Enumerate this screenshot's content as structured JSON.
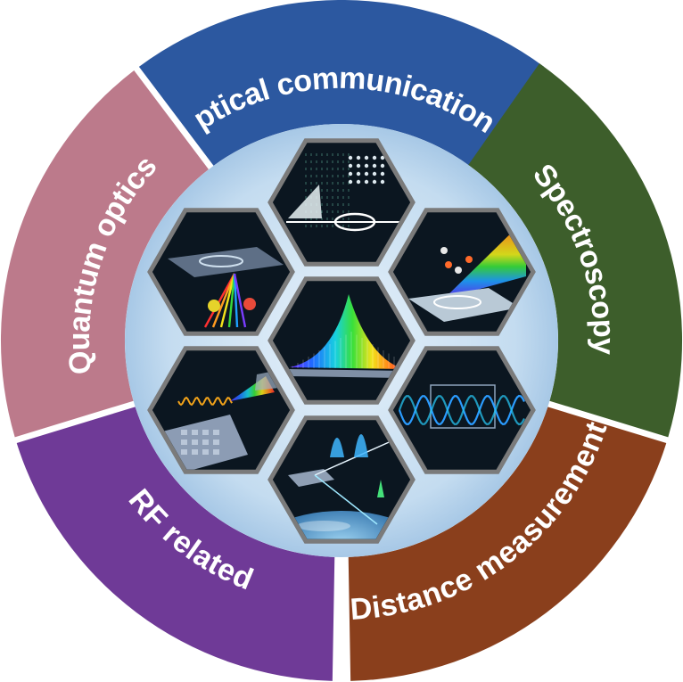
{
  "segments": [
    {
      "key": "optical",
      "label": "Optical communications",
      "color": "#2c58a0"
    },
    {
      "key": "spectroscopy",
      "label": "Spectroscopy",
      "color": "#3d5e2b"
    },
    {
      "key": "distance",
      "label": "Distance measurement",
      "color": "#8a3f1c"
    },
    {
      "key": "rf",
      "label": "RF related",
      "color": "#6f3a97"
    },
    {
      "key": "quantum",
      "label": "Quantum optics",
      "color": "#bc7a8b"
    }
  ],
  "center": {
    "ring_color": "#bcd8ef",
    "cell_border": "#7b7b7b",
    "cell_fill": "#0b1620"
  },
  "cells": [
    {
      "key": "top",
      "icon": "waveguide-spectrum-icon"
    },
    {
      "key": "upper-left",
      "icon": "entangled-photons-icon"
    },
    {
      "key": "upper-right",
      "icon": "rainbow-molecules-icon"
    },
    {
      "key": "center",
      "icon": "frequency-comb-icon"
    },
    {
      "key": "lower-left",
      "icon": "microwave-photonics-icon"
    },
    {
      "key": "lower-right",
      "icon": "interferometer-waves-icon"
    },
    {
      "key": "bottom",
      "icon": "earth-lidar-icon"
    }
  ]
}
